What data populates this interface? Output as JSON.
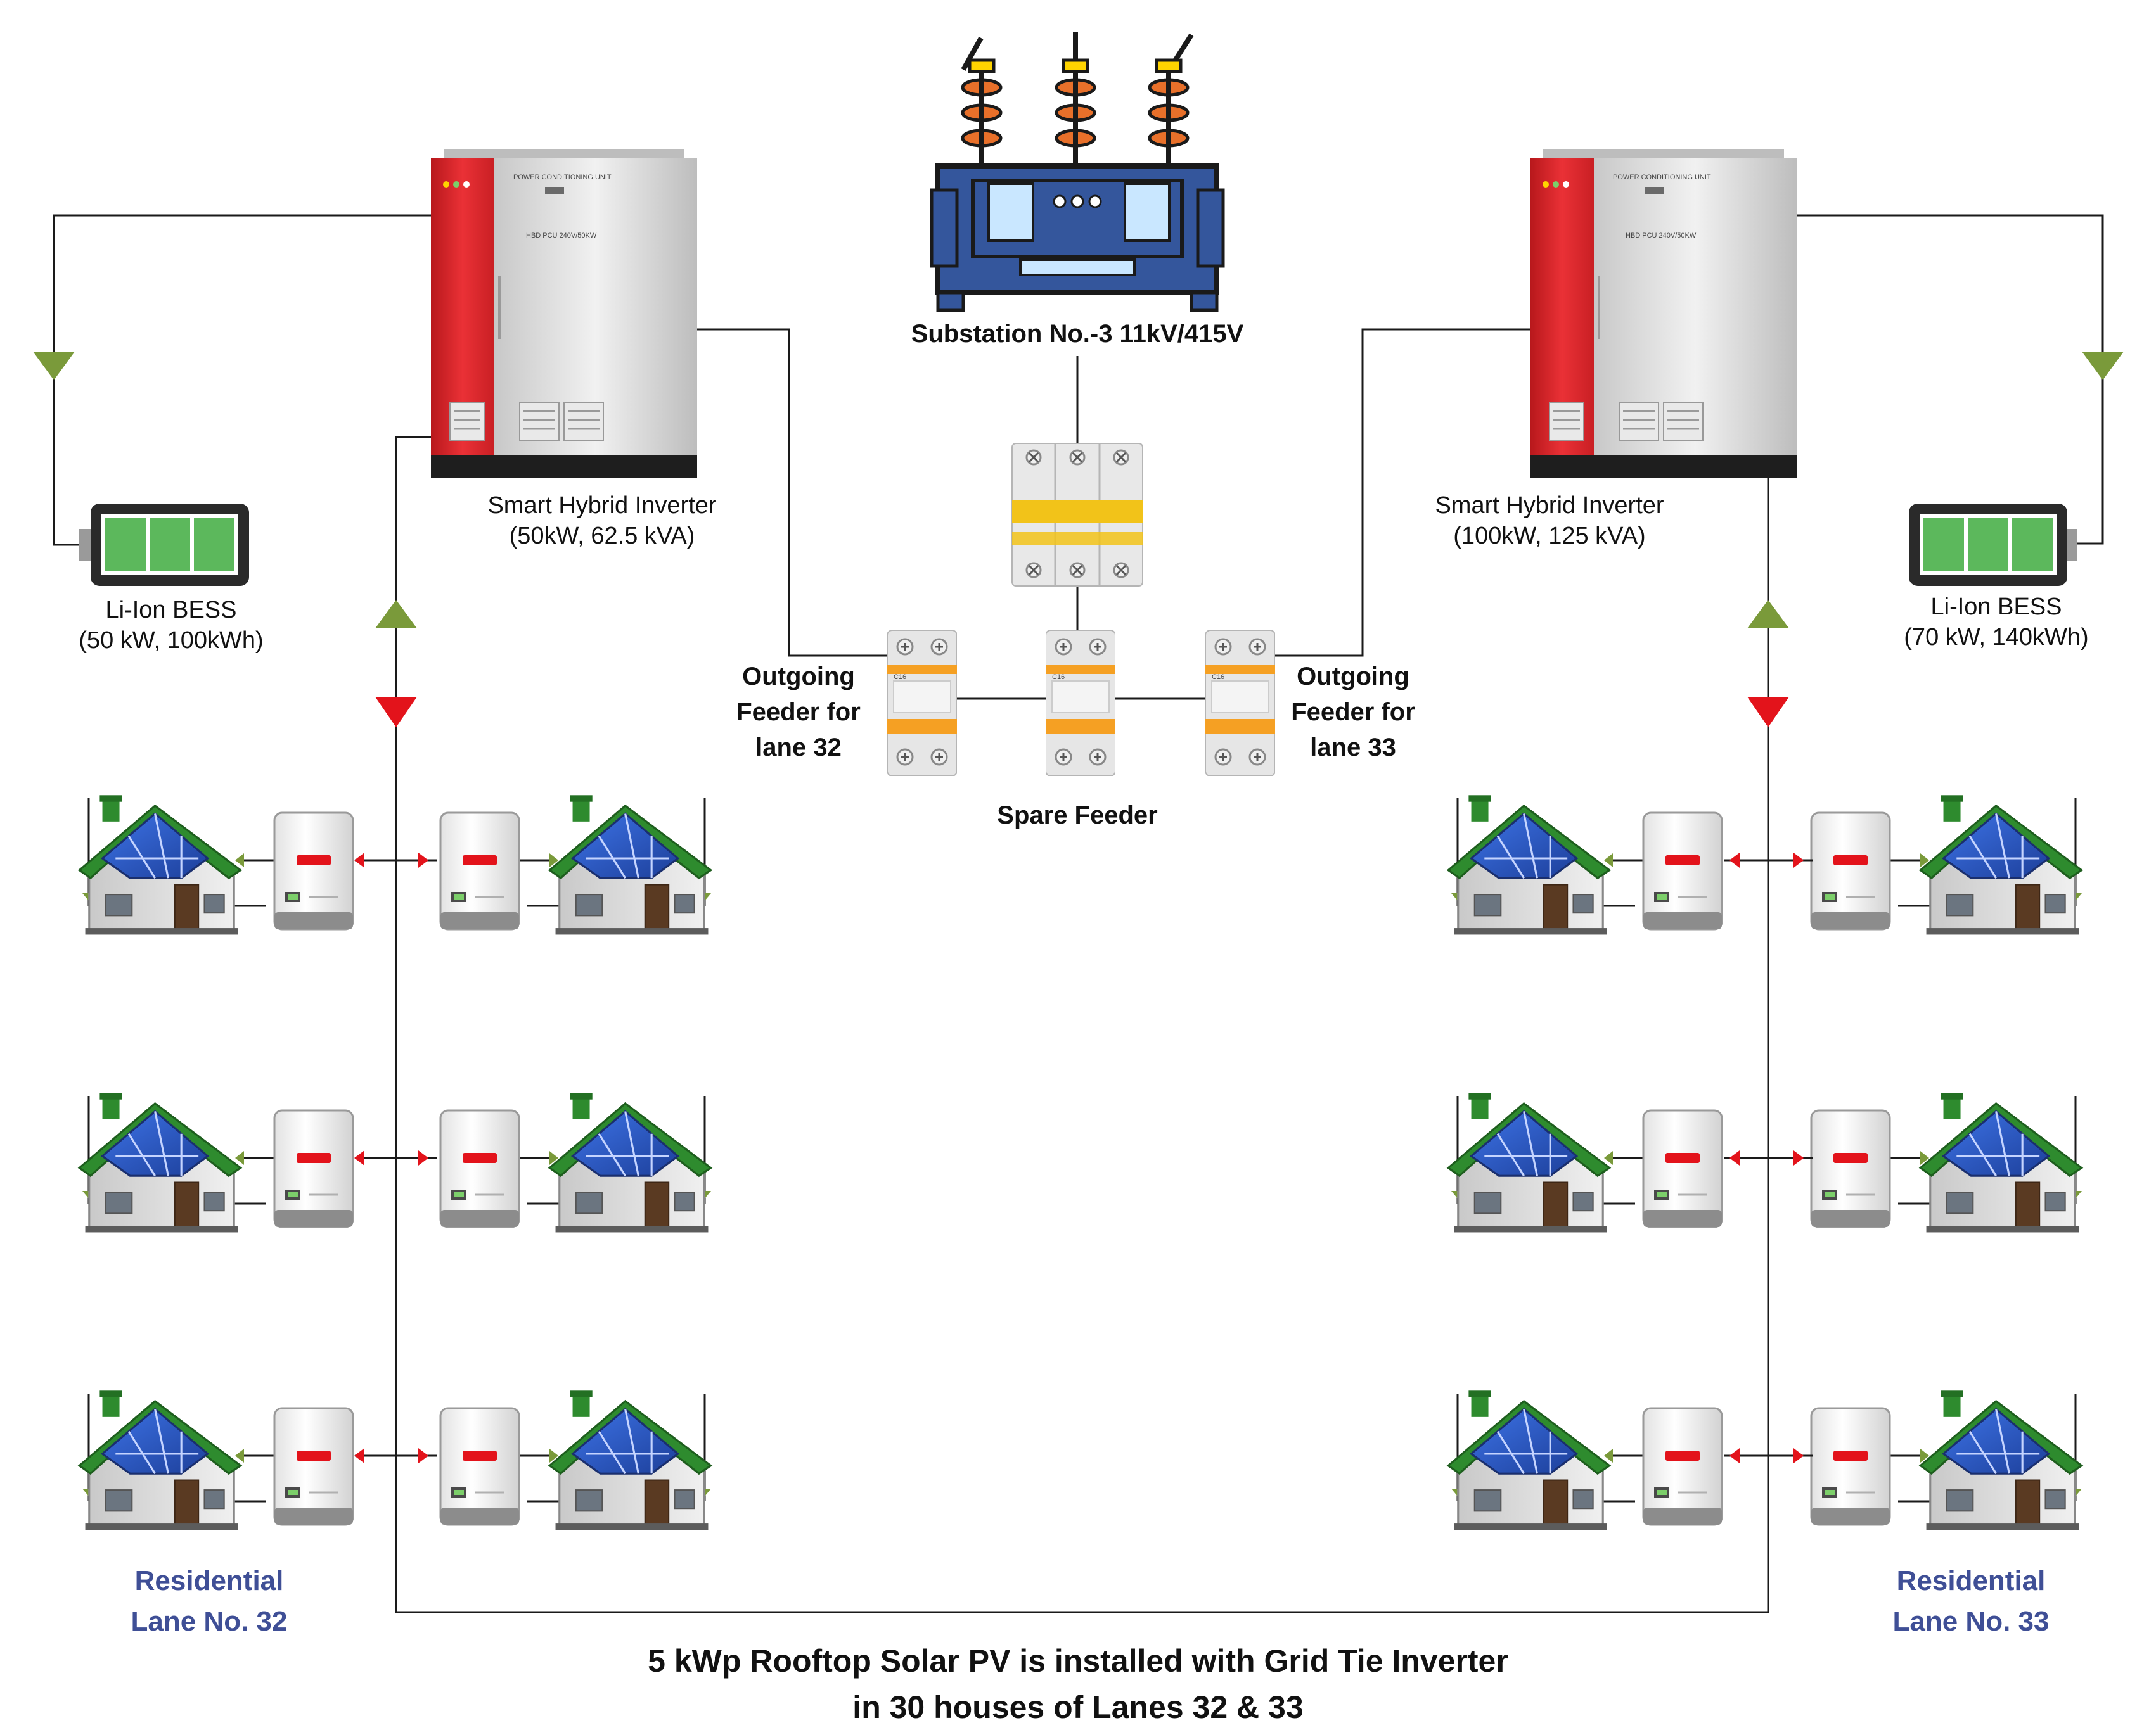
{
  "substation": {
    "label": "Substation No.-3  11kV/415V"
  },
  "inverter_left": {
    "title": "Smart Hybrid Inverter",
    "rating": "(50kW, 62.5 kVA)",
    "panel_text": "POWER CONDITIONING UNIT",
    "model_text": "HBD PCU 240V/50KW"
  },
  "inverter_right": {
    "title": "Smart Hybrid Inverter",
    "rating": "(100kW, 125 kVA)",
    "panel_text": "POWER CONDITIONING UNIT",
    "model_text": "HBD PCU 240V/50KW"
  },
  "battery_left": {
    "title": "Li-Ion BESS",
    "rating": "(50 kW, 100kWh)"
  },
  "battery_right": {
    "title": "Li-Ion BESS",
    "rating": "(70 kW, 140kWh)"
  },
  "feeder_left": {
    "line1": "Outgoing",
    "line2": "Feeder for",
    "line3": "lane 32"
  },
  "feeder_right": {
    "line1": "Outgoing",
    "line2": "Feeder for",
    "line3": "lane 33"
  },
  "feeder_spare": {
    "label": "Spare Feeder"
  },
  "breaker_text": "C16",
  "lane_left": {
    "line1": "Residential",
    "line2": "Lane No. 32"
  },
  "lane_right": {
    "line1": "Residential",
    "line2": "Lane No. 33"
  },
  "footer": {
    "line1": "5 kWp Rooftop Solar PV is installed with Grid Tie Inverter",
    "line2": "in 30 houses of Lanes 32 & 33"
  },
  "colors": {
    "line": "#1a1a1a",
    "cabinet_red": "#e0262b",
    "cabinet_grey": "#dcdcdc",
    "battery_green": "#5cb85c",
    "transformer_blue": "#34569c",
    "insulator_orange": "#e8702a",
    "arrow_green": "#7a9a3a",
    "arrow_red": "#e3131b",
    "breaker_yellow": "#f2c319",
    "breaker_orange": "#f5a023",
    "roof_green": "#2e8b2e",
    "panel_blue": "#2a5bd1",
    "lane_text": "#3f4f96"
  }
}
